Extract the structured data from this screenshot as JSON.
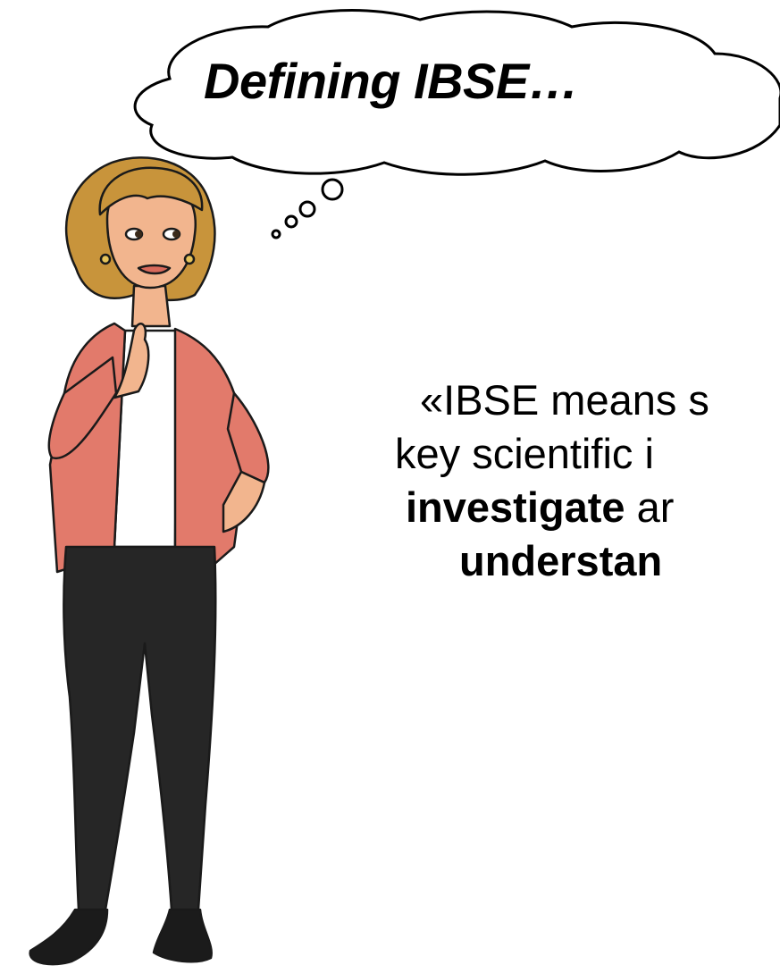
{
  "thought": {
    "title": "Defining IBSE",
    "ellipsis": "…"
  },
  "quote": {
    "line1": "«IBSE means s",
    "line2": "key scientific i",
    "line3_bold": "investigate",
    "line3_rest": " ar",
    "line4_bold": "understan"
  },
  "colors": {
    "cardigan": "#e27a6b",
    "hair": "#c8943b",
    "skin": "#f2b58e",
    "pants": "#262626",
    "shirt": "#ffffff"
  },
  "icons": {
    "character": "woman-thinking-illustration",
    "bubble": "thought-cloud-icon"
  }
}
